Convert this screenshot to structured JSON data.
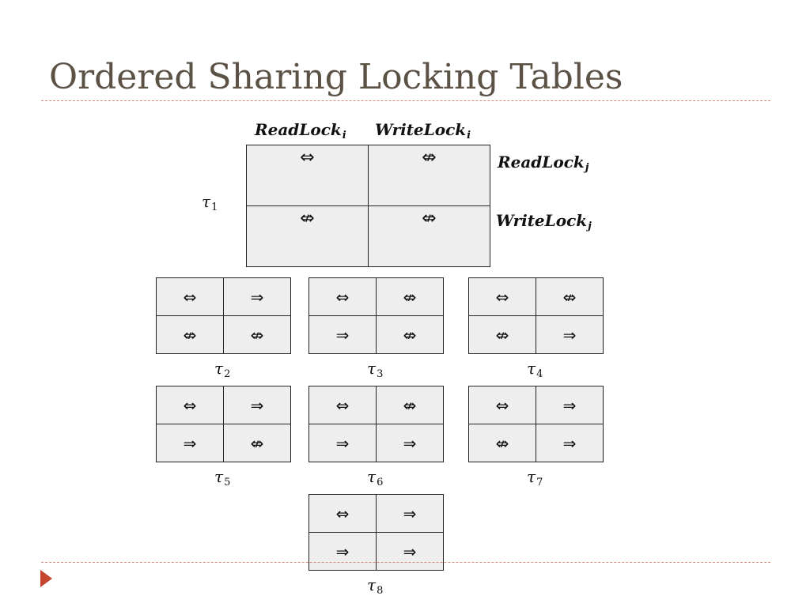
{
  "slide": {
    "title": "Ordered Sharing Locking Tables"
  },
  "main_table": {
    "col_headers": [
      {
        "name": "ReadLock",
        "sub": "i"
      },
      {
        "name": "WriteLock",
        "sub": "i"
      }
    ],
    "row_headers": [
      {
        "name": "ReadLock",
        "sub": "j"
      },
      {
        "name": "WriteLock",
        "sub": "j"
      }
    ],
    "label": {
      "sym": "τ",
      "sub": "1"
    },
    "cells": [
      [
        "⇔",
        "⇎"
      ],
      [
        "⇎",
        "⇎"
      ]
    ]
  },
  "tables": [
    {
      "label": {
        "sym": "τ",
        "sub": "2"
      },
      "cells": [
        [
          "⇔",
          "⇒"
        ],
        [
          "⇎",
          "⇎"
        ]
      ]
    },
    {
      "label": {
        "sym": "τ",
        "sub": "3"
      },
      "cells": [
        [
          "⇔",
          "⇎"
        ],
        [
          "⇒",
          "⇎"
        ]
      ]
    },
    {
      "label": {
        "sym": "τ",
        "sub": "4"
      },
      "cells": [
        [
          "⇔",
          "⇎"
        ],
        [
          "⇎",
          "⇒"
        ]
      ]
    },
    {
      "label": {
        "sym": "τ",
        "sub": "5"
      },
      "cells": [
        [
          "⇔",
          "⇒"
        ],
        [
          "⇒",
          "⇎"
        ]
      ]
    },
    {
      "label": {
        "sym": "τ",
        "sub": "6"
      },
      "cells": [
        [
          "⇔",
          "⇎"
        ],
        [
          "⇒",
          "⇒"
        ]
      ]
    },
    {
      "label": {
        "sym": "τ",
        "sub": "7"
      },
      "cells": [
        [
          "⇔",
          "⇒"
        ],
        [
          "⇎",
          "⇒"
        ]
      ]
    },
    {
      "label": {
        "sym": "τ",
        "sub": "8"
      },
      "cells": [
        [
          "⇔",
          "⇒"
        ],
        [
          "⇒",
          "⇒"
        ]
      ]
    }
  ],
  "icons": {
    "bullet": "play-triangle-icon"
  },
  "colors": {
    "title": "#5c5145",
    "divider": "#d08a7e",
    "bullet": "#c44631",
    "cell_fill": "#eeeeee"
  }
}
